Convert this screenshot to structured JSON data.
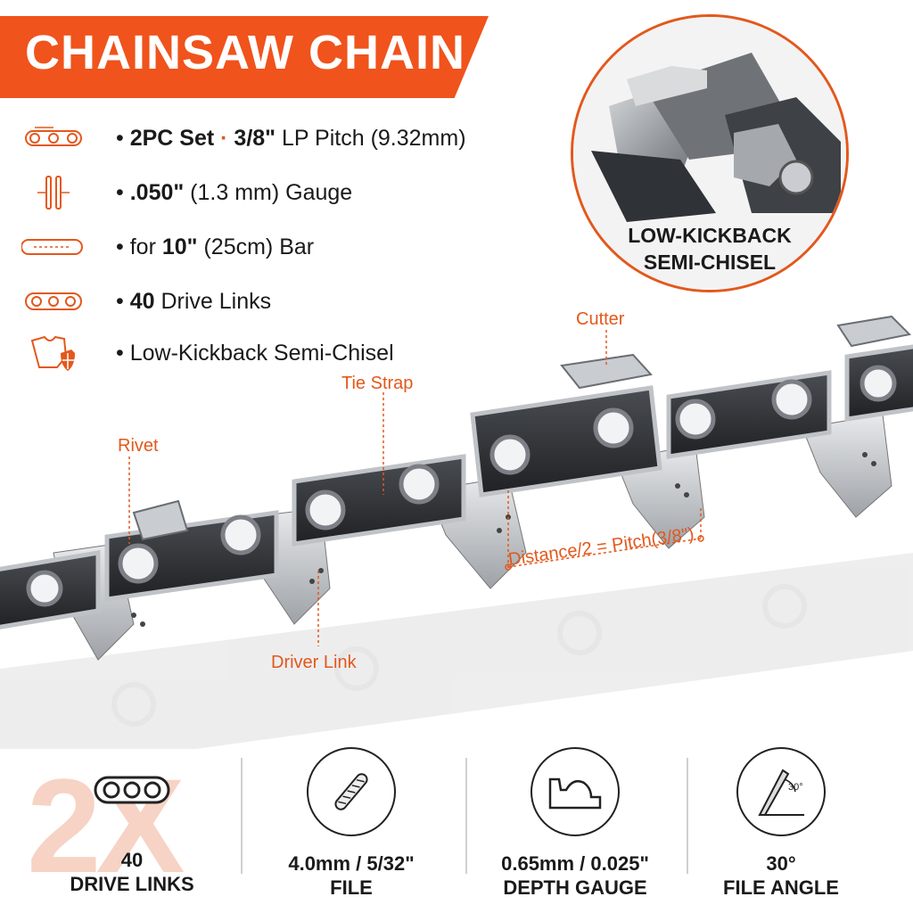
{
  "header": {
    "title": "CHAINSAW CHAIN"
  },
  "specs": [
    {
      "icon": "pitch-link-icon",
      "bold1": "2PC Set",
      "sep": " · ",
      "bold2": "3/8\"",
      "rest": " LP Pitch (9.32mm)"
    },
    {
      "icon": "gauge-icon",
      "bold1": ".050\"",
      "rest": " (1.3 mm) Gauge"
    },
    {
      "icon": "bar-icon",
      "pre": "for ",
      "bold1": "10\"",
      "rest": " (25cm) Bar"
    },
    {
      "icon": "drive-links-icon",
      "bold1": "40",
      "rest": " Drive Links"
    },
    {
      "icon": "semi-chisel-shield-icon",
      "rest": "Low-Kickback Semi-Chisel"
    }
  ],
  "bullet": "•",
  "badge": {
    "line1": "LOW-KICKBACK",
    "line2": "SEMI-CHISEL"
  },
  "callouts": {
    "cutter": "Cutter",
    "tie_strap": "Tie Strap",
    "rivet": "Rivet",
    "driver_link": "Driver Link",
    "pitch": "Distance/2 = Pitch(3/8\")"
  },
  "watermark": "2X",
  "bottom": [
    {
      "icon": "chain-link-icon",
      "value": "40",
      "label": "DRIVE LINKS"
    },
    {
      "icon": "file-icon",
      "value": "4.0mm / 5/32\"",
      "label": "FILE"
    },
    {
      "icon": "depth-gauge-icon",
      "value": "0.65mm / 0.025\"",
      "label": "DEPTH GAUGE"
    },
    {
      "icon": "file-angle-icon",
      "value": "30°",
      "label": "FILE ANGLE",
      "angle_text": "30°"
    }
  ],
  "colors": {
    "accent": "#f0531c",
    "text": "#1a1a1a",
    "steel": "#b9bcc0",
    "plate": "#2b2d30"
  }
}
